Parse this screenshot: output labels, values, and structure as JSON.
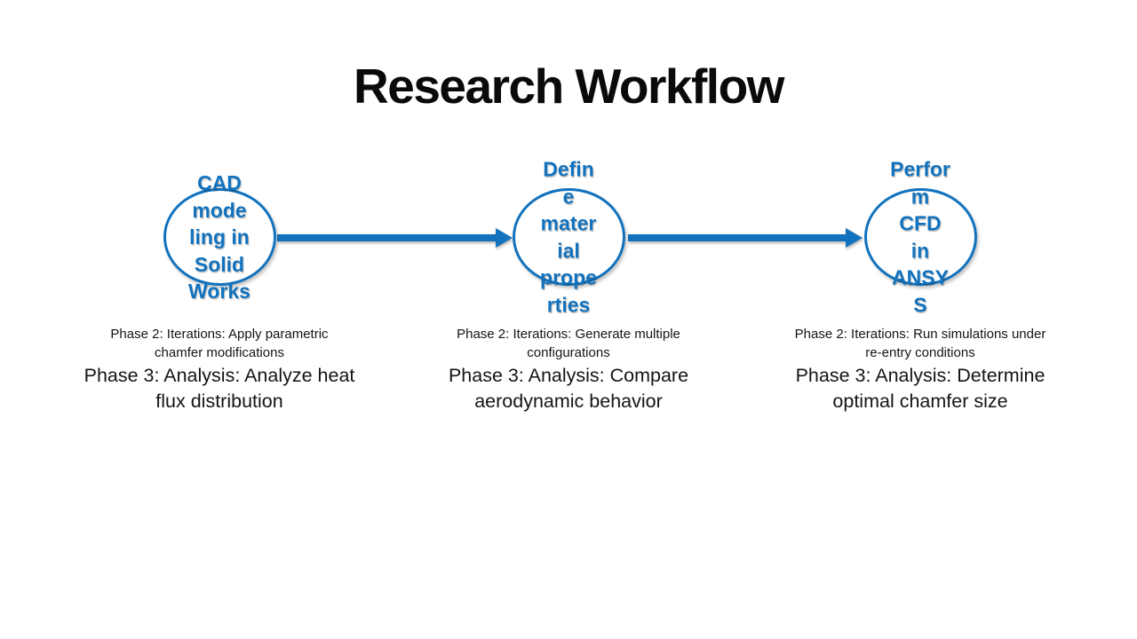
{
  "page": {
    "title": "Research Workflow",
    "background": "#FFFFFF"
  },
  "colors": {
    "accent_blue": "#1272BD",
    "text_dark": "#141414",
    "title_black": "#0A0A0A"
  },
  "steps": [
    {
      "circle_label": "CAD\nmode\nling in\nSolid\nWorks",
      "phase2": "Phase 2: Iterations: Apply parametric\nchamfer modifications",
      "phase3": "Phase 3: Analysis: Analyze heat\nflux distribution"
    },
    {
      "circle_label": "Defin\ne\nmater\nial\nprope\nrties",
      "phase2": "Phase 2: Iterations: Generate multiple\nconfigurations",
      "phase3": "Phase 3: Analysis: Compare\naerodynamic behavior"
    },
    {
      "circle_label": "Perfor\nm\nCFD\nin\nANSY\nS",
      "phase2": "Phase 2: Iterations: Run simulations under\nre-entry conditions",
      "phase3": "Phase 3: Analysis: Determine\noptimal chamfer size"
    }
  ]
}
